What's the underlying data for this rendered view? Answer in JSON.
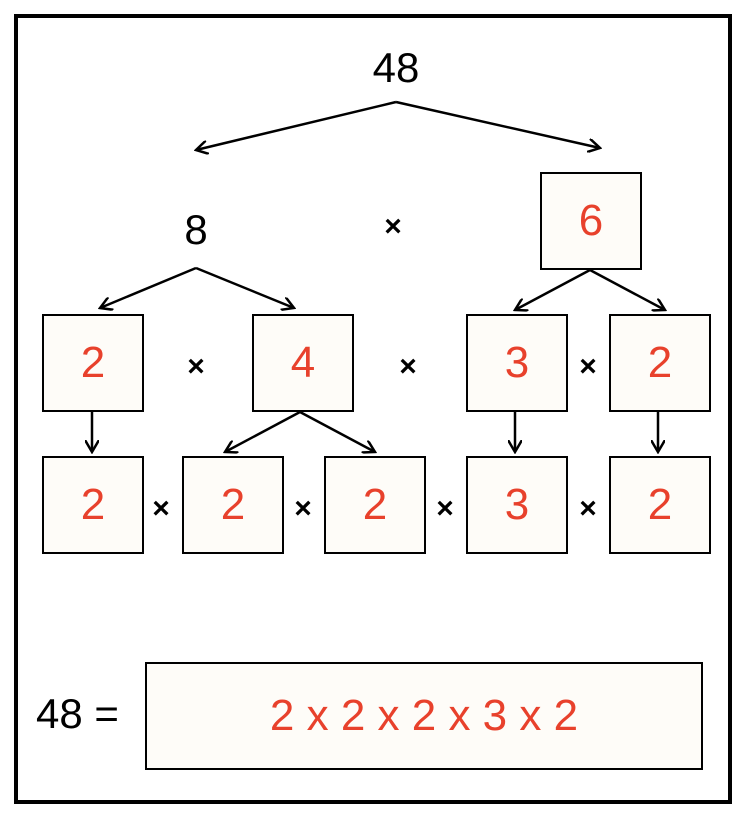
{
  "colors": {
    "factor": "#e8412c",
    "text": "#000000",
    "box_fill": "#fefcf8"
  },
  "tree": {
    "root": "48",
    "level1": {
      "left": "8",
      "right": "6",
      "operator": "×"
    },
    "level2": [
      {
        "value": "2",
        "op_after": "×"
      },
      {
        "value": "4",
        "op_after": "×"
      },
      {
        "value": "3",
        "op_after": "×"
      },
      {
        "value": "2"
      }
    ],
    "level3": [
      {
        "value": "2",
        "op_after": "×"
      },
      {
        "value": "2",
        "op_after": "×"
      },
      {
        "value": "2",
        "op_after": "×"
      },
      {
        "value": "3",
        "op_after": "×"
      },
      {
        "value": "2"
      }
    ]
  },
  "result": {
    "lhs": "48 =",
    "expression": "2 x 2 x 2 x 3 x 2"
  }
}
